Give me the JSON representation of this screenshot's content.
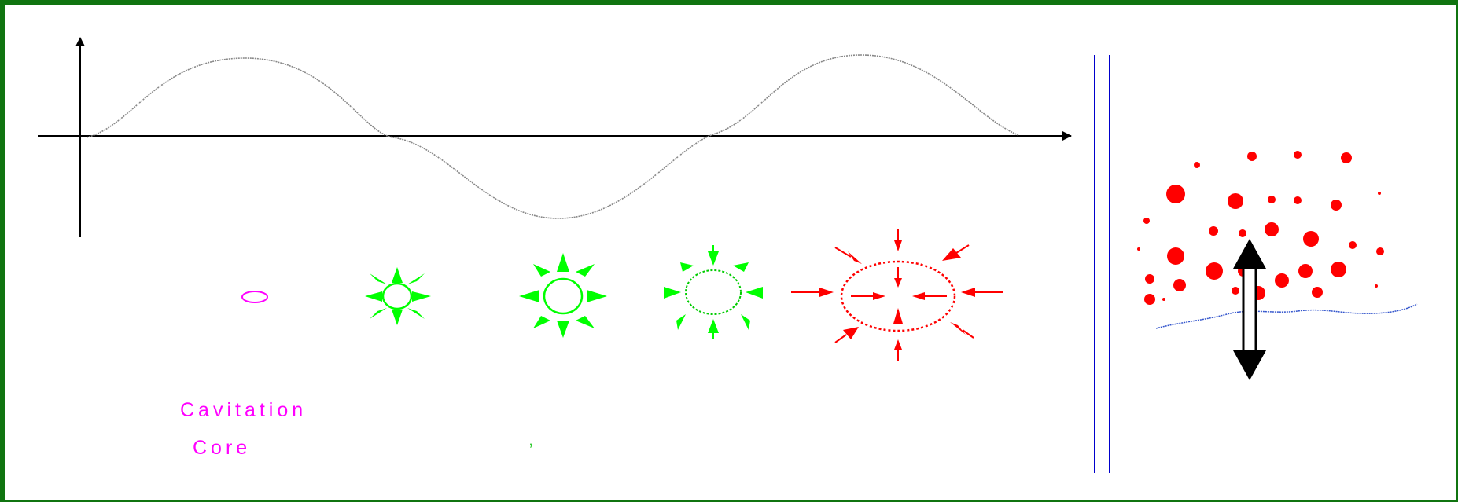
{
  "labels": {
    "line1": "Cavitation",
    "line2": "Core",
    "mark": ","
  },
  "colors": {
    "frame": "#107410",
    "core": "#ff00ff",
    "expanding": "#00ff00",
    "collapsing": "#ff0000",
    "wall": "#0000cc",
    "surface": "#3355cc",
    "axes": "#000000",
    "wave": "#888888"
  },
  "icons": {
    "droplet": "filled-circle",
    "vibration": "double-headed-arrow"
  }
}
